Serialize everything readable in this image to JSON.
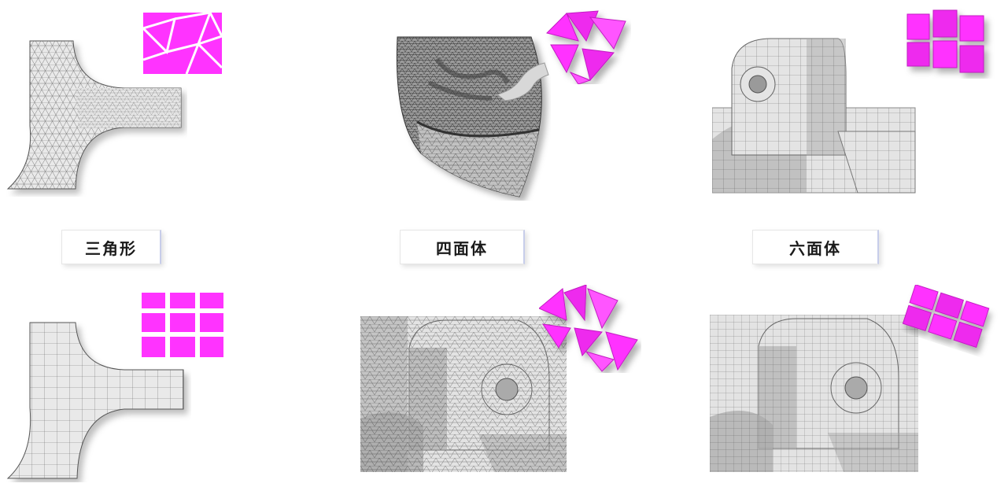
{
  "labels": {
    "triangle": "三角形",
    "tetrahedron": "四面体",
    "hexahedron": "六面体"
  },
  "colors": {
    "element_accent": "#ff33ff",
    "mesh_fill": "#e9e9e9",
    "mesh_line": "#6e6e6e",
    "label_border": "#c7cdea"
  },
  "icons": {
    "triangle_elements": "triangle-elements-icon",
    "quad_elements": "quad-elements-icon",
    "tet_elements": "tetrahedral-elements-icon",
    "hex_elements": "hexahedral-elements-icon"
  }
}
